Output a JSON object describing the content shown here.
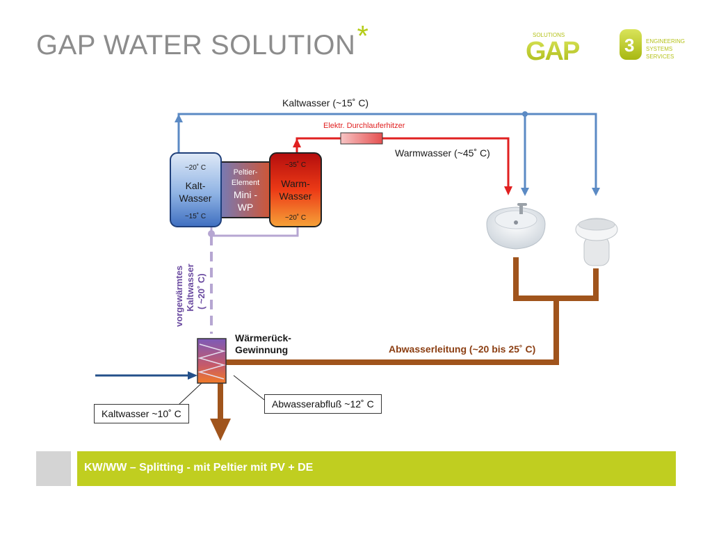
{
  "slide": {
    "title": "GAP WATER SOLUTION",
    "title_mark": "*",
    "footer_text": "KW/WW – Splitting - mit Peltier mit PV + DE"
  },
  "logo": {
    "small_top": "SOLUTIONS",
    "wordmark": "GAP",
    "superscript": "3",
    "lines": [
      "ENGINEERING",
      "SYSTEMS",
      "SERVICES"
    ]
  },
  "diagram": {
    "kaltwasser_top": "Kaltwasser (~15˚ C)",
    "heater_label": "Elektr. Durchlauferhitzer",
    "warmwasser": "Warmwasser (~45˚ C)",
    "cold_tank": {
      "top_temp": "~20˚ C",
      "line1": "Kalt-",
      "line2": "Wasser",
      "bottom_temp": "~15˚ C"
    },
    "peltier": {
      "line1": "Peltier-",
      "line2": "Element",
      "line3": "Mini -",
      "line4": "WP"
    },
    "warm_tank": {
      "top_temp": "~35˚ C",
      "line1": "Warm-",
      "line2": "Wasser",
      "bottom_temp": "~20˚ C"
    },
    "preheated": {
      "line1": "vorgewärmtes",
      "line2": "Kaltwasser",
      "line3": "( ~20˚ C)"
    },
    "heat_recovery": {
      "line1": "Wärmerück-",
      "line2": "Gewinnung"
    },
    "abwasserleitung": "Abwasserleitung (~20 bis 25˚ C)",
    "kaltwasser_inlet": "Kaltwasser  ~10˚ C",
    "abwasserabfluss": "Abwasserabfluß  ~12˚ C"
  },
  "colors": {
    "accent": "#c0ce20",
    "title_gray": "#8c8c8c",
    "cold_pipe": "#5b8ac4",
    "warm_pipe": "#e02020",
    "waste_pipe": "#a0541c",
    "preheated_pipe": "#b6a6d2",
    "inlet_pipe": "#24508a"
  }
}
